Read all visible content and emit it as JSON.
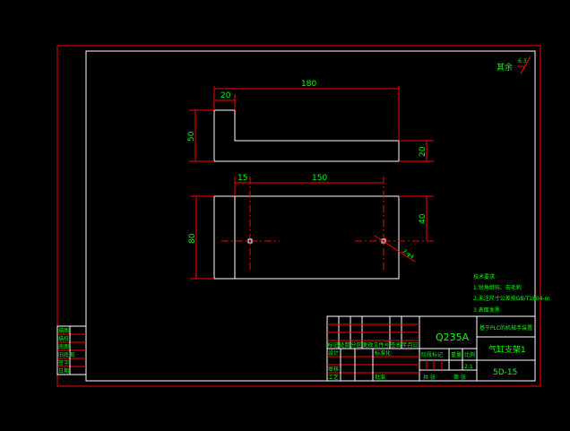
{
  "top_view": {
    "length": "180",
    "step_width": "20",
    "height": "50",
    "thickness": "20"
  },
  "front_view": {
    "offset": "15",
    "hole_spacing": "150",
    "width": "80",
    "hole_offset": "40",
    "holes": "2-φ4"
  },
  "roughness": {
    "label": "其余",
    "value": "6.3"
  },
  "tech_requirements": {
    "title": "技术要求",
    "items": [
      "1.锐角倒钝、去毛刺",
      "2.未注尺寸公差按GB/T1804-m",
      "3.表面发黑"
    ]
  },
  "title_block": {
    "material": "Q235A",
    "project": "基于PLC的机械手装置",
    "part_name": "气缸支架1",
    "drawing_no": "5D-15",
    "scale": "2:1",
    "stage_label": "阶段标记",
    "weight_label": "重量",
    "scale_label": "比例",
    "sheet_total": "共 张",
    "sheet_no": "第 张",
    "rev_headers": [
      "标记",
      "处数",
      "分区",
      "更改文件号",
      "签名",
      "年月日"
    ],
    "sign_rows": [
      "设计",
      "审核",
      "工艺"
    ],
    "std_label": "标准化",
    "approve_label": "批准"
  },
  "left_strip": [
    "描图",
    "描校",
    "底图",
    "旧底图",
    "签字",
    "日期"
  ]
}
